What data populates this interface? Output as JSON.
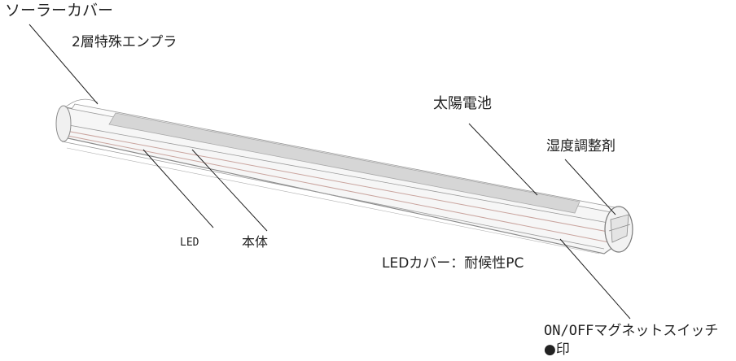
{
  "labels": {
    "solar_cover": "ソーラーカバー",
    "cover_material": "2層特殊エンプラ",
    "solar_cell": "太陽電池",
    "humidity_agent": "湿度調整剤",
    "led": "LED",
    "main_body": "本体",
    "led_cover": "LEDカバー：耐候性PC",
    "magnet_switch": "ON/OFFマグネットスイッチ",
    "switch_mark": "●印"
  },
  "colors": {
    "outline": "#8a8a8a",
    "shell": "#f4f4f4",
    "solar_panel": "#d6d6d6",
    "accent_stripe": "#c9a49e",
    "leader": "#222222"
  }
}
